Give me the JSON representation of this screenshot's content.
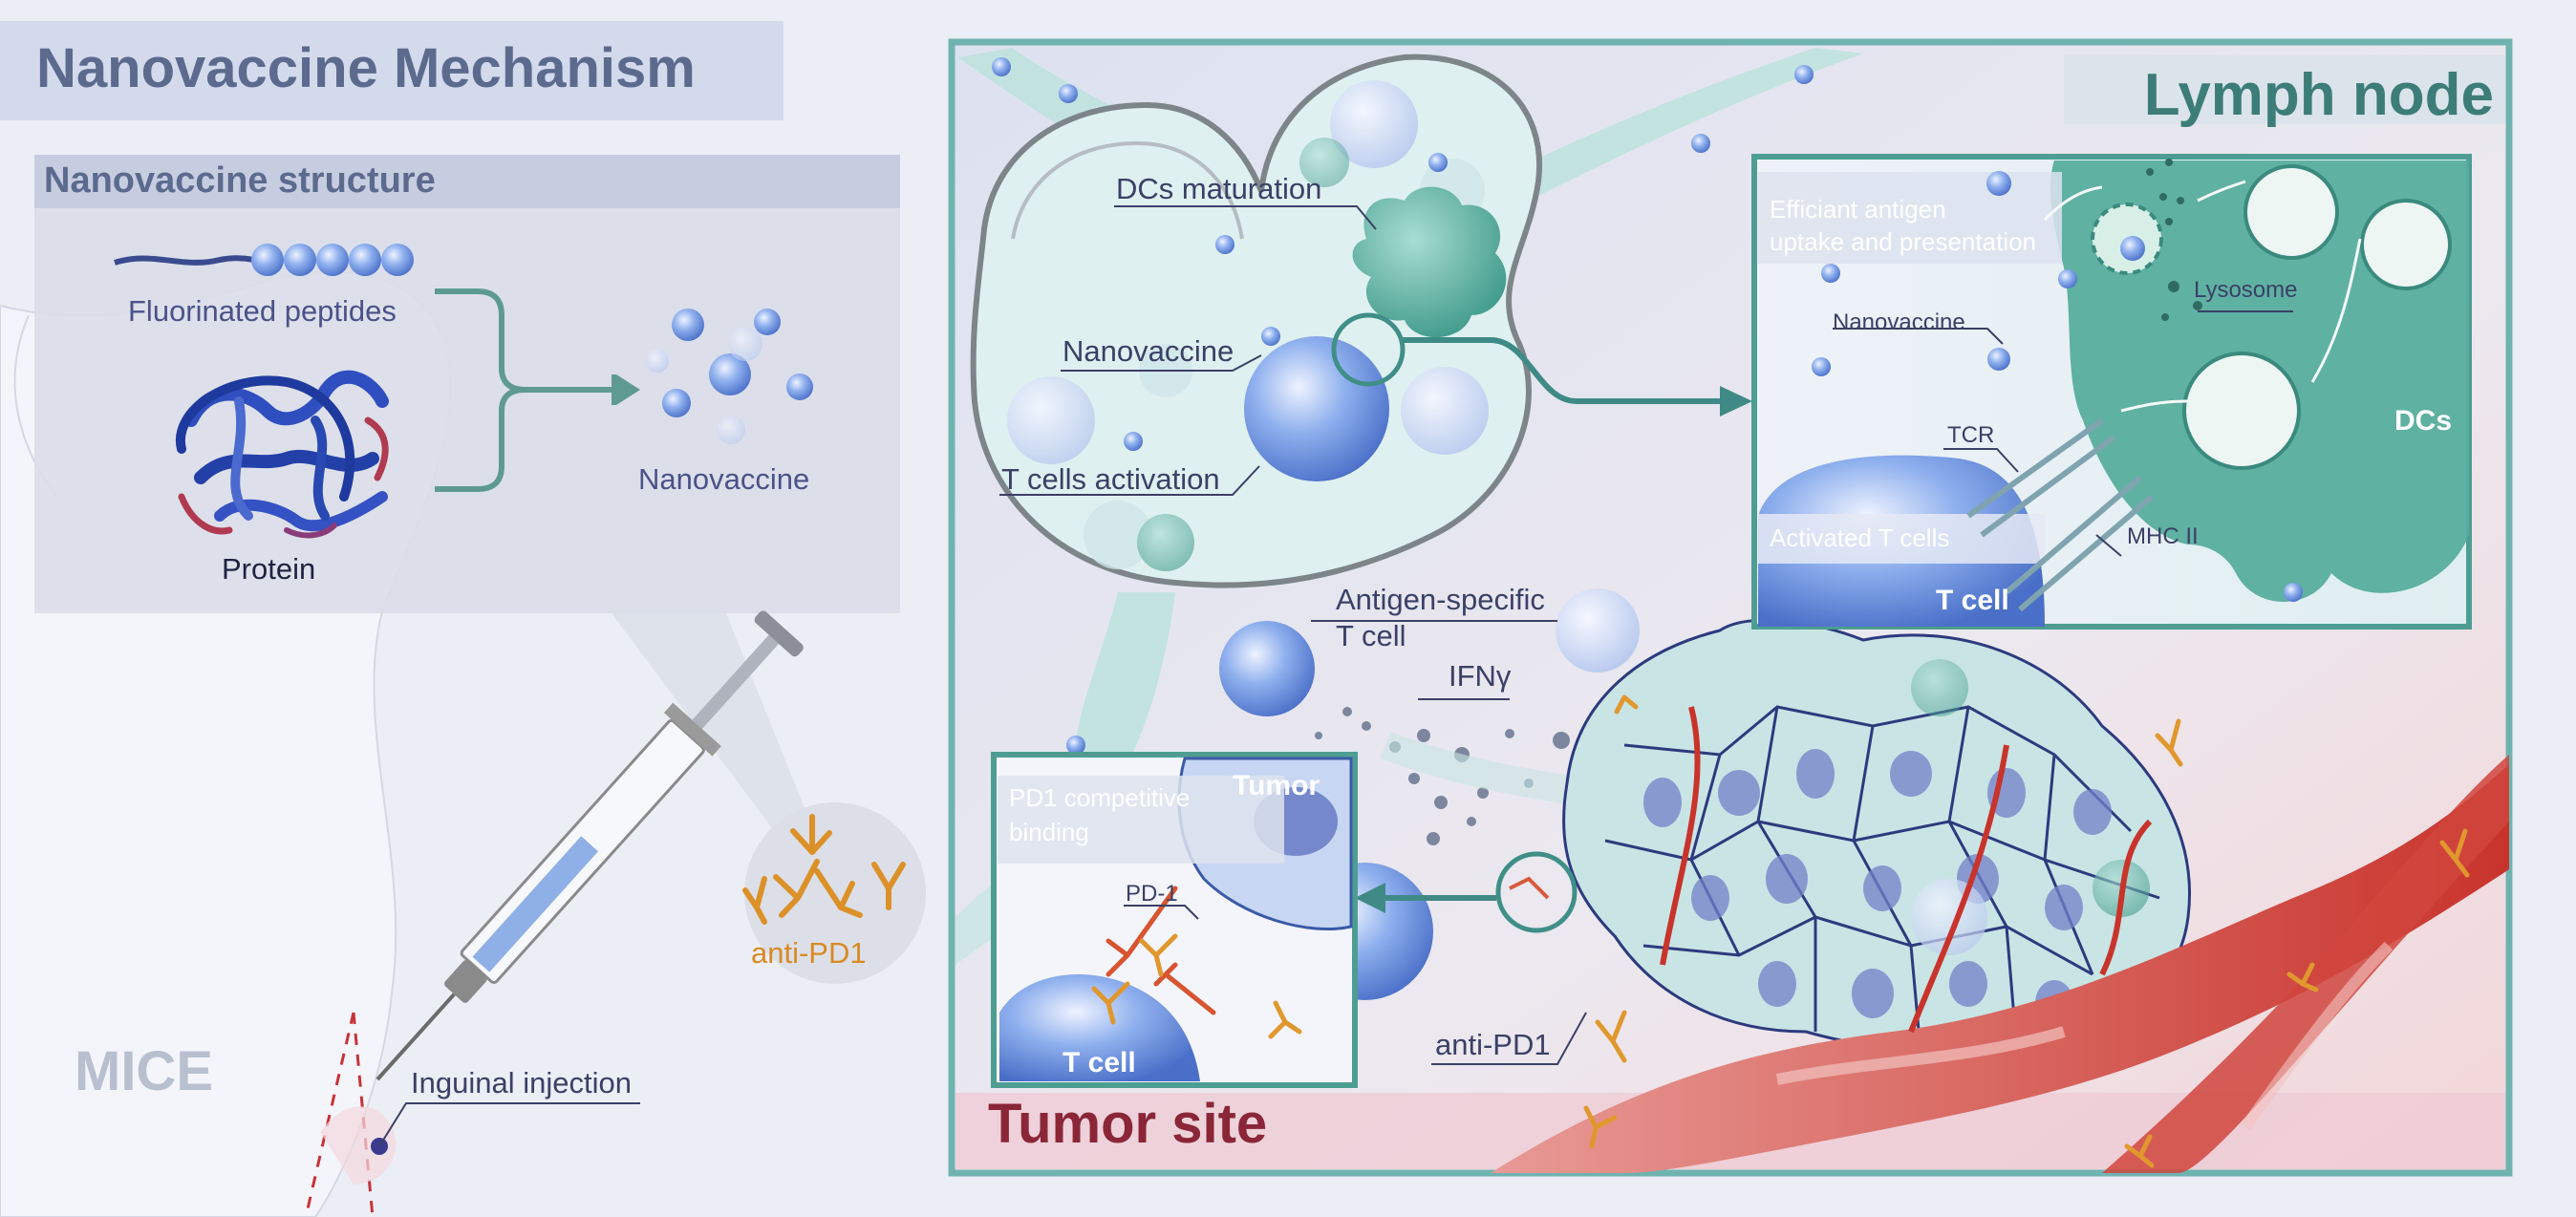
{
  "title": "Nanovaccine Mechanism",
  "left_panel": {
    "structure_title": "Nanovaccine structure",
    "fluorinated_peptides": "Fluorinated peptides",
    "protein": "Protein",
    "nanovaccine": "Nanovaccine",
    "mice": "MICE",
    "inguinal_injection": "Inguinal injection",
    "anti_pd1": "anti-PD1"
  },
  "lymph_panel": {
    "title": "Lymph node",
    "dcs_maturation": "DCs maturation",
    "nanovaccine": "Nanovaccine",
    "t_cells_activation": "T cells activation",
    "antigen_specific_1": "Antigen-specific",
    "antigen_specific_2": "T cell",
    "ifng": "IFNγ",
    "anti_pd1": "anti-PD1",
    "tumor_site": "Tumor site"
  },
  "inset_dc": {
    "efficient_1": "Efficiant antigen",
    "efficient_2": "uptake and presentation",
    "nanovaccine": "Nanovaccine",
    "lysosome": "Lysosome",
    "tcr": "TCR",
    "mhc": "MHC II",
    "activated": "Activated T cells",
    "t_cell": "T cell",
    "dcs": "DCs"
  },
  "inset_pd1": {
    "pd1_1": "PD1 competitive",
    "pd1_2": "binding",
    "tumor": "Tumor",
    "pd1": "PD-1",
    "t_cell": "T cell"
  },
  "colors": {
    "frame": "#6fb3b0",
    "teal": "#4e9d92",
    "blue_sphere": "#6f95e0",
    "vessel": "#d0453d",
    "antibody": "#e0982e"
  }
}
